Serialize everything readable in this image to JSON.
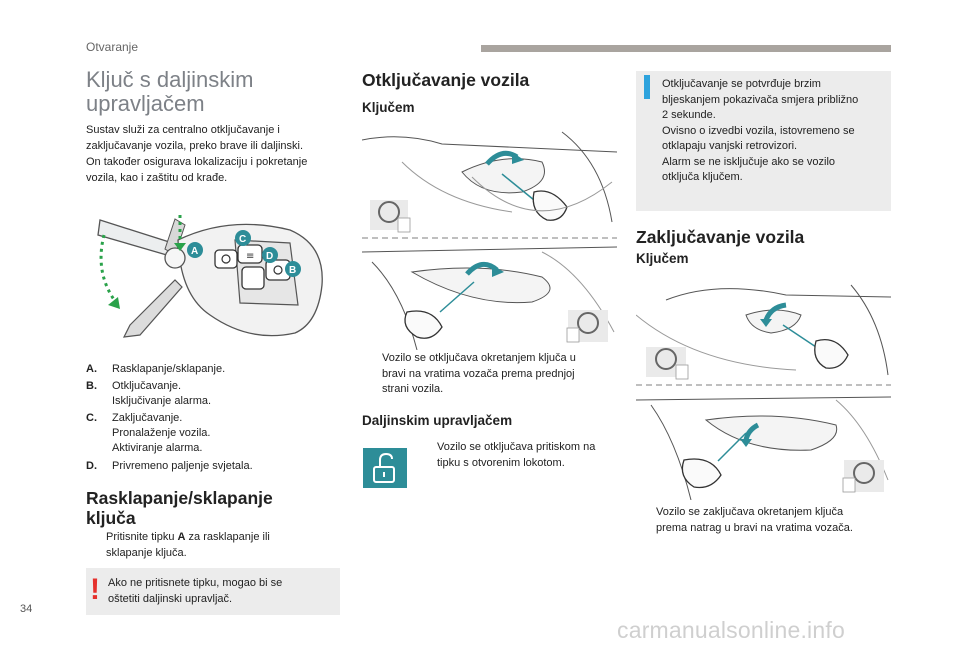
{
  "header": {
    "section": "Otvaranje"
  },
  "col1": {
    "title_line1": "Ključ s daljinskim",
    "title_line2": "upravljačem",
    "intro": [
      "Sustav služi za centralno otključavanje i",
      "zaključavanje vozila, preko brave ili daljinski.",
      "On također osigurava lokalizaciju i pokretanje",
      "vozila, kao i zaštitu od krađe."
    ],
    "key_labels": {
      "a": "A",
      "b": "B",
      "c": "C",
      "d": "D"
    },
    "legend": [
      {
        "key": "A.",
        "lines": [
          "Rasklapanje/sklapanje."
        ]
      },
      {
        "key": "B.",
        "lines": [
          "Otključavanje.",
          "Isključivanje alarma."
        ]
      },
      {
        "key": "C.",
        "lines": [
          "Zaključavanje.",
          "Pronalaženje vozila.",
          "Aktiviranje alarma."
        ]
      },
      {
        "key": "D.",
        "lines": [
          "Privremeno paljenje svjetala."
        ]
      }
    ],
    "fold_title_line1": "Rasklapanje/sklapanje",
    "fold_title_line2": "ključa",
    "fold_bullet_pre": "Pritisnite tipku ",
    "fold_bullet_key": "A",
    "fold_bullet_post": " za rasklapanje ili",
    "fold_bullet_line2": "sklapanje ključa.",
    "warning": [
      "Ako ne pritisnete tipku, mogao bi se",
      "oštetiti daljinski upravljač."
    ]
  },
  "col2": {
    "title": "Otključavanje vozila",
    "sub_key": "Ključem",
    "key_bullet": [
      "Vozilo se otključava okretanjem ključa u",
      "bravi na vratima vozača prema prednjoj",
      "strani vozila."
    ],
    "sub_remote": "Daljinskim upravljačem",
    "remote_bullet": [
      "Vozilo se otključava pritiskom na",
      "tipku s otvorenim lokotom."
    ]
  },
  "col3": {
    "info": [
      "Otključavanje se potvrđuje brzim",
      "bljeskanjem pokazivača smjera približno",
      "2 sekunde.",
      "Ovisno o izvedbi vozila, istovremeno se",
      "otklapaju vanjski retrovizori.",
      "Alarm se ne isključuje ako se vozilo",
      "otključa ključem."
    ],
    "title": "Zaključavanje vozila",
    "sub_key": "Ključem",
    "key_bullet": [
      "Vozilo se zaključava okretanjem ključa",
      "prema natrag u bravi na vratima vozača."
    ]
  },
  "footer": {
    "page": "34",
    "watermark": "carmanualsonline.info"
  },
  "glyphs": {
    "bullet": "",
    "warn": "!",
    "info": "i"
  },
  "colors": {
    "accent_teal": "#2d8d98",
    "warn_red": "#e5312d",
    "info_blue": "#2ea3dd"
  }
}
